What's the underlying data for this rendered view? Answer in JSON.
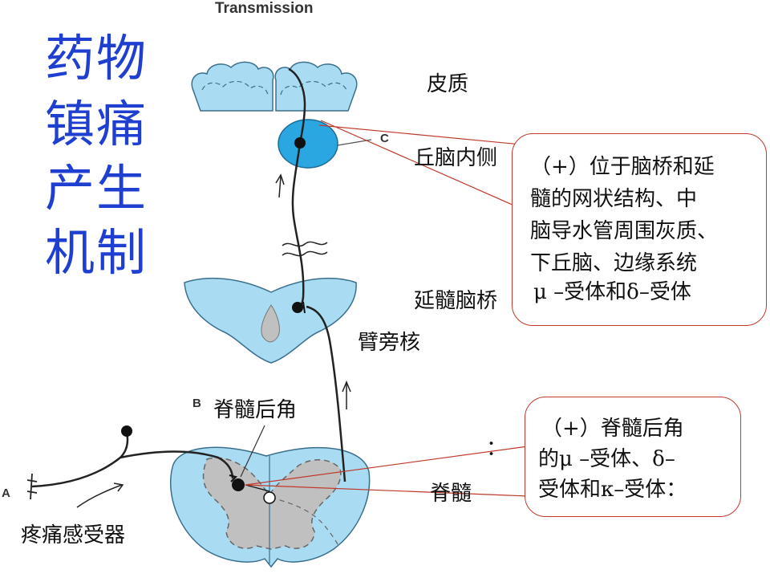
{
  "caption": "Transmission",
  "title_lines": [
    "药物",
    "镇痛",
    "产生",
    "机制"
  ],
  "labels": {
    "cortex": "皮质",
    "thalamus": "丘脑内侧",
    "pons": "延髓脑桥",
    "parabrachial": "臂旁核",
    "dorsal_horn": "脊髓后角",
    "spinal_cord": "脊髓",
    "nociceptor": "疼痛感受器",
    "colon_mark": "："
  },
  "letters": {
    "a": "A",
    "b": "B",
    "c": "C"
  },
  "callout_upper": {
    "lines": [
      "（+）位于脑桥和延",
      "髓的网状结构、中",
      "脑导水管周围灰质、",
      "下丘脑、边缘系统",
      "μ –受体和δ–受体"
    ]
  },
  "callout_lower": {
    "lines": [
      "（+）脊髓后角",
      "的μ –受体、δ–",
      "受体和κ–受体："
    ]
  },
  "colors": {
    "title": "#1f3fd1",
    "tissue": "#a9dcf3",
    "tissue_outline": "#3a6f8c",
    "thalamus": "#2aa7e0",
    "grey_matter": "#c0c0c0",
    "callout_border": "#c0392b"
  }
}
